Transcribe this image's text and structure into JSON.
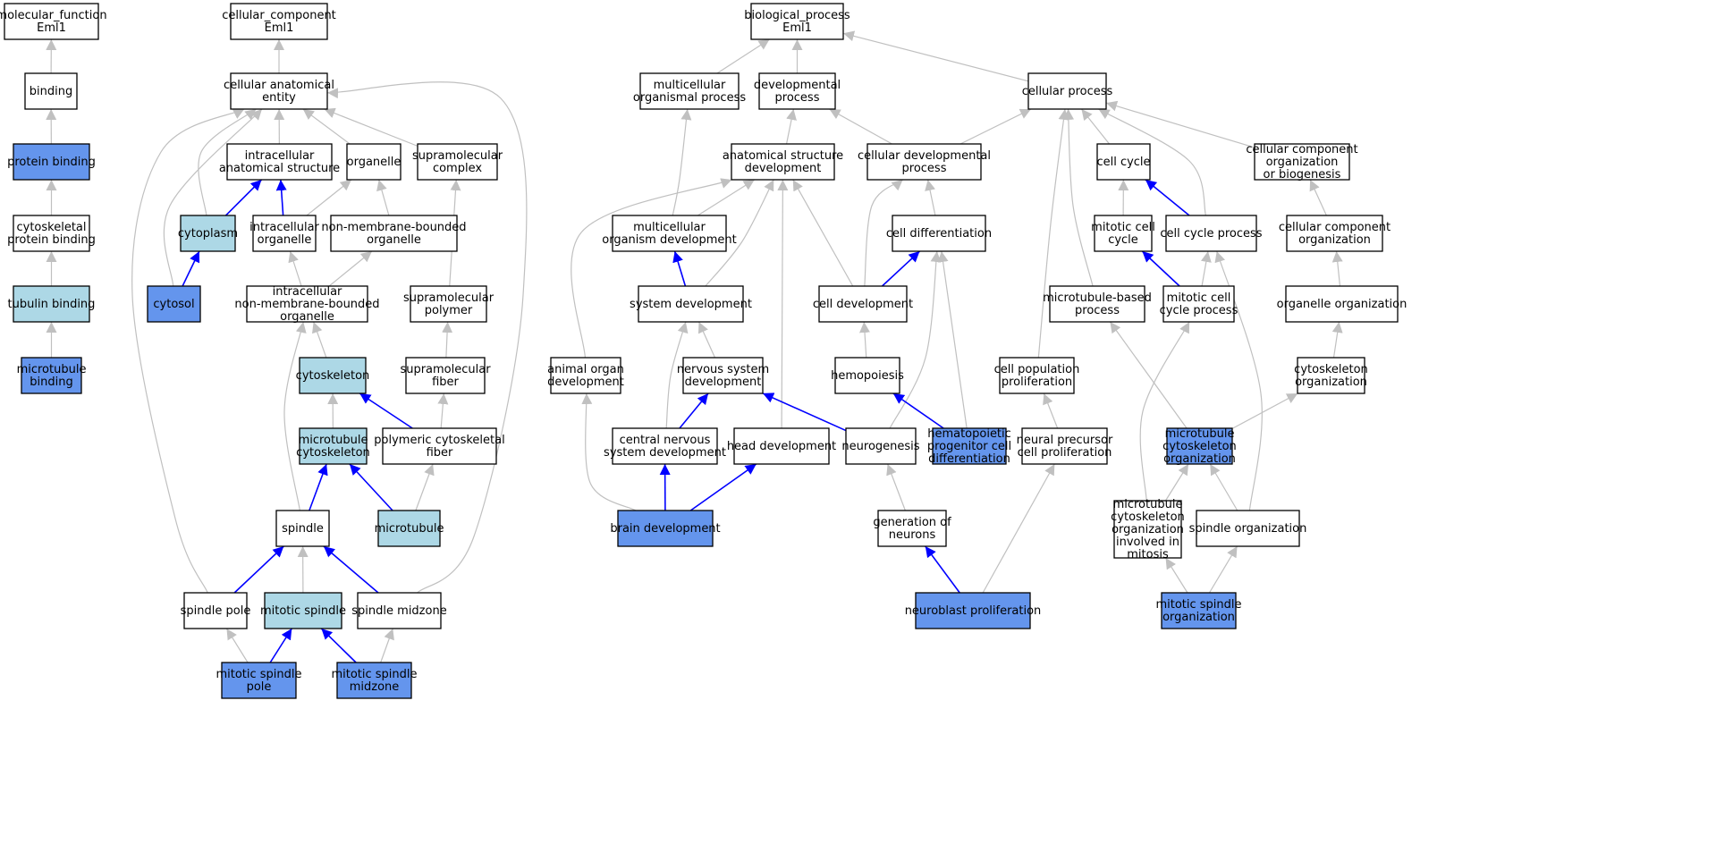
{
  "colors": {
    "white": "#ffffff",
    "direct": "#6495ed",
    "inferred": "#add8e6",
    "edge_gray": "#c0c0c0",
    "edge_blue": "#0000ff"
  },
  "nodes": {
    "mf_root": {
      "lines": [
        "molecular_function",
        "Eml1"
      ],
      "fill": "white"
    },
    "binding": {
      "lines": [
        "binding"
      ],
      "fill": "white"
    },
    "protein_binding": {
      "lines": [
        "protein binding"
      ],
      "fill": "direct"
    },
    "cytoskeletal_protein_binding": {
      "lines": [
        "cytoskeletal",
        "protein binding"
      ],
      "fill": "white"
    },
    "tubulin_binding": {
      "lines": [
        "tubulin binding"
      ],
      "fill": "inferred"
    },
    "microtubule_binding": {
      "lines": [
        "microtubule",
        "binding"
      ],
      "fill": "direct"
    },
    "cc_root": {
      "lines": [
        "cellular_component",
        "Eml1"
      ],
      "fill": "white"
    },
    "cellular_anatomical_entity": {
      "lines": [
        "cellular anatomical",
        "entity"
      ],
      "fill": "white"
    },
    "intracellular_anatomical_structure": {
      "lines": [
        "intracellular",
        "anatomical structure"
      ],
      "fill": "white"
    },
    "organelle": {
      "lines": [
        "organelle"
      ],
      "fill": "white"
    },
    "supramolecular_complex": {
      "lines": [
        "supramolecular",
        "complex"
      ],
      "fill": "white"
    },
    "cytoplasm": {
      "lines": [
        "cytoplasm"
      ],
      "fill": "inferred"
    },
    "intracellular_organelle": {
      "lines": [
        "intracellular",
        "organelle"
      ],
      "fill": "white"
    },
    "nonmembrane_bounded_organelle": {
      "lines": [
        "non-membrane-bounded",
        "organelle"
      ],
      "fill": "white"
    },
    "cytosol": {
      "lines": [
        "cytosol"
      ],
      "fill": "direct"
    },
    "intracellular_nonmembrane_bounded_organelle": {
      "lines": [
        "intracellular",
        "non-membrane-bounded",
        "organelle"
      ],
      "fill": "white"
    },
    "supramolecular_polymer": {
      "lines": [
        "supramolecular",
        "polymer"
      ],
      "fill": "white"
    },
    "cytoskeleton": {
      "lines": [
        "cytoskeleton"
      ],
      "fill": "inferred"
    },
    "supramolecular_fiber": {
      "lines": [
        "supramolecular",
        "fiber"
      ],
      "fill": "white"
    },
    "microtubule_cytoskeleton": {
      "lines": [
        "microtubule",
        "cytoskeleton"
      ],
      "fill": "inferred"
    },
    "polymeric_cytoskeletal_fiber": {
      "lines": [
        "polymeric cytoskeletal",
        "fiber"
      ],
      "fill": "white"
    },
    "spindle": {
      "lines": [
        "spindle"
      ],
      "fill": "white"
    },
    "microtubule": {
      "lines": [
        "microtubule"
      ],
      "fill": "inferred"
    },
    "spindle_pole": {
      "lines": [
        "spindle pole"
      ],
      "fill": "white"
    },
    "mitotic_spindle": {
      "lines": [
        "mitotic spindle"
      ],
      "fill": "inferred"
    },
    "spindle_midzone": {
      "lines": [
        "spindle midzone"
      ],
      "fill": "white"
    },
    "mitotic_spindle_pole": {
      "lines": [
        "mitotic spindle",
        "pole"
      ],
      "fill": "direct"
    },
    "mitotic_spindle_midzone": {
      "lines": [
        "mitotic spindle",
        "midzone"
      ],
      "fill": "direct"
    },
    "bp_root": {
      "lines": [
        "biological_process",
        "Eml1"
      ],
      "fill": "white"
    },
    "multicellular_organismal_process": {
      "lines": [
        "multicellular",
        "organismal process"
      ],
      "fill": "white"
    },
    "developmental_process": {
      "lines": [
        "developmental",
        "process"
      ],
      "fill": "white"
    },
    "cellular_process": {
      "lines": [
        "cellular process"
      ],
      "fill": "white"
    },
    "anatomical_structure_development": {
      "lines": [
        "anatomical structure",
        "development"
      ],
      "fill": "white"
    },
    "cellular_developmental_process": {
      "lines": [
        "cellular developmental",
        "process"
      ],
      "fill": "white"
    },
    "cell_cycle": {
      "lines": [
        "cell cycle"
      ],
      "fill": "white"
    },
    "cc_org_or_biogenesis": {
      "lines": [
        "cellular component",
        "organization",
        "or biogenesis"
      ],
      "fill": "white"
    },
    "multicellular_organism_development": {
      "lines": [
        "multicellular",
        "organism development"
      ],
      "fill": "white"
    },
    "cell_differentiation": {
      "lines": [
        "cell differentiation"
      ],
      "fill": "white"
    },
    "mitotic_cell_cycle": {
      "lines": [
        "mitotic cell",
        "cycle"
      ],
      "fill": "white"
    },
    "cell_cycle_process": {
      "lines": [
        "cell cycle process"
      ],
      "fill": "white"
    },
    "cellular_component_organization": {
      "lines": [
        "cellular component",
        "organization"
      ],
      "fill": "white"
    },
    "system_development": {
      "lines": [
        "system development"
      ],
      "fill": "white"
    },
    "cell_development": {
      "lines": [
        "cell development"
      ],
      "fill": "white"
    },
    "microtubule_based_process": {
      "lines": [
        "microtubule-based",
        "process"
      ],
      "fill": "white"
    },
    "mitotic_cell_cycle_process": {
      "lines": [
        "mitotic cell",
        "cycle process"
      ],
      "fill": "white"
    },
    "organelle_organization": {
      "lines": [
        "organelle organization"
      ],
      "fill": "white"
    },
    "animal_organ_development": {
      "lines": [
        "animal organ",
        "development"
      ],
      "fill": "white"
    },
    "nervous_system_development": {
      "lines": [
        "nervous system",
        "development"
      ],
      "fill": "white"
    },
    "hemopoiesis": {
      "lines": [
        "hemopoiesis"
      ],
      "fill": "white"
    },
    "cell_population_proliferation": {
      "lines": [
        "cell population",
        "proliferation"
      ],
      "fill": "white"
    },
    "cytoskeleton_organization": {
      "lines": [
        "cytoskeleton",
        "organization"
      ],
      "fill": "white"
    },
    "central_nervous_system_development": {
      "lines": [
        "central nervous",
        "system development"
      ],
      "fill": "white"
    },
    "head_development": {
      "lines": [
        "head development"
      ],
      "fill": "white"
    },
    "neurogenesis": {
      "lines": [
        "neurogenesis"
      ],
      "fill": "white"
    },
    "hematopoietic_progenitor_cell_differentiation": {
      "lines": [
        "hematopoietic",
        "progenitor cell",
        "differentiation"
      ],
      "fill": "direct"
    },
    "neural_precursor_cell_proliferation": {
      "lines": [
        "neural precursor",
        "cell proliferation"
      ],
      "fill": "white"
    },
    "microtubule_cytoskeleton_organization": {
      "lines": [
        "microtubule",
        "cytoskeleton",
        "organization"
      ],
      "fill": "direct"
    },
    "brain_development": {
      "lines": [
        "brain development"
      ],
      "fill": "direct"
    },
    "generation_of_neurons": {
      "lines": [
        "generation of",
        "neurons"
      ],
      "fill": "white"
    },
    "mt_cytoskeleton_org_mitosis": {
      "lines": [
        "microtubule",
        "cytoskeleton",
        "organization",
        "involved in",
        "mitosis"
      ],
      "fill": "white"
    },
    "spindle_organization": {
      "lines": [
        "spindle organization"
      ],
      "fill": "white"
    },
    "neuroblast_proliferation": {
      "lines": [
        "neuroblast proliferation"
      ],
      "fill": "direct"
    },
    "mitotic_spindle_organization": {
      "lines": [
        "mitotic spindle",
        "organization"
      ],
      "fill": "direct"
    }
  },
  "edges": [
    {
      "from": "binding",
      "to": "mf_root",
      "color": "gray"
    },
    {
      "from": "protein_binding",
      "to": "binding",
      "color": "gray"
    },
    {
      "from": "cytoskeletal_protein_binding",
      "to": "protein_binding",
      "color": "gray"
    },
    {
      "from": "tubulin_binding",
      "to": "cytoskeletal_protein_binding",
      "color": "gray"
    },
    {
      "from": "microtubule_binding",
      "to": "tubulin_binding",
      "color": "gray"
    },
    {
      "from": "cellular_anatomical_entity",
      "to": "cc_root",
      "color": "gray"
    },
    {
      "from": "intracellular_anatomical_structure",
      "to": "cellular_anatomical_entity",
      "color": "gray"
    },
    {
      "from": "organelle",
      "to": "cellular_anatomical_entity",
      "color": "gray"
    },
    {
      "from": "supramolecular_complex",
      "to": "cellular_anatomical_entity",
      "color": "gray"
    },
    {
      "from": "cytoplasm",
      "to": "cellular_anatomical_entity",
      "color": "gray"
    },
    {
      "from": "cytosol",
      "to": "cellular_anatomical_entity",
      "color": "gray"
    },
    {
      "from": "spindle_pole",
      "to": "cellular_anatomical_entity",
      "color": "gray"
    },
    {
      "from": "spindle_midzone",
      "to": "cellular_anatomical_entity",
      "color": "gray"
    },
    {
      "from": "cytoplasm",
      "to": "intracellular_anatomical_structure",
      "color": "blue"
    },
    {
      "from": "intracellular_organelle",
      "to": "intracellular_anatomical_structure",
      "color": "blue"
    },
    {
      "from": "intracellular_organelle",
      "to": "organelle",
      "color": "gray"
    },
    {
      "from": "nonmembrane_bounded_organelle",
      "to": "organelle",
      "color": "gray"
    },
    {
      "from": "cytosol",
      "to": "cytoplasm",
      "color": "blue"
    },
    {
      "from": "intracellular_nonmembrane_bounded_organelle",
      "to": "intracellular_organelle",
      "color": "gray"
    },
    {
      "from": "intracellular_nonmembrane_bounded_organelle",
      "to": "nonmembrane_bounded_organelle",
      "color": "gray"
    },
    {
      "from": "supramolecular_polymer",
      "to": "supramolecular_complex",
      "color": "gray"
    },
    {
      "from": "supramolecular_fiber",
      "to": "supramolecular_polymer",
      "color": "gray"
    },
    {
      "from": "cytoskeleton",
      "to": "intracellular_nonmembrane_bounded_organelle",
      "color": "gray"
    },
    {
      "from": "spindle",
      "to": "intracellular_nonmembrane_bounded_organelle",
      "color": "gray"
    },
    {
      "from": "microtubule_cytoskeleton",
      "to": "cytoskeleton",
      "color": "gray"
    },
    {
      "from": "polymeric_cytoskeletal_fiber",
      "to": "cytoskeleton",
      "color": "blue"
    },
    {
      "from": "polymeric_cytoskeletal_fiber",
      "to": "supramolecular_fiber",
      "color": "gray"
    },
    {
      "from": "spindle",
      "to": "microtubule_cytoskeleton",
      "color": "blue"
    },
    {
      "from": "microtubule",
      "to": "microtubule_cytoskeleton",
      "color": "blue"
    },
    {
      "from": "microtubule",
      "to": "polymeric_cytoskeletal_fiber",
      "color": "gray"
    },
    {
      "from": "spindle_pole",
      "to": "spindle",
      "color": "blue"
    },
    {
      "from": "mitotic_spindle",
      "to": "spindle",
      "color": "gray"
    },
    {
      "from": "spindle_midzone",
      "to": "spindle",
      "color": "blue"
    },
    {
      "from": "mitotic_spindle_pole",
      "to": "spindle_pole",
      "color": "gray"
    },
    {
      "from": "mitotic_spindle_pole",
      "to": "mitotic_spindle",
      "color": "blue"
    },
    {
      "from": "mitotic_spindle_midzone",
      "to": "mitotic_spindle",
      "color": "blue"
    },
    {
      "from": "mitotic_spindle_midzone",
      "to": "spindle_midzone",
      "color": "gray"
    },
    {
      "from": "multicellular_organismal_process",
      "to": "bp_root",
      "color": "gray"
    },
    {
      "from": "developmental_process",
      "to": "bp_root",
      "color": "gray"
    },
    {
      "from": "cellular_process",
      "to": "bp_root",
      "color": "gray"
    },
    {
      "from": "anatomical_structure_development",
      "to": "developmental_process",
      "color": "gray"
    },
    {
      "from": "cellular_developmental_process",
      "to": "developmental_process",
      "color": "gray"
    },
    {
      "from": "cellular_developmental_process",
      "to": "cellular_process",
      "color": "gray"
    },
    {
      "from": "cell_cycle",
      "to": "cellular_process",
      "color": "gray"
    },
    {
      "from": "cell_cycle_process",
      "to": "cellular_process",
      "color": "gray"
    },
    {
      "from": "cc_org_or_biogenesis",
      "to": "cellular_process",
      "color": "gray"
    },
    {
      "from": "microtubule_based_process",
      "to": "cellular_process",
      "color": "gray"
    },
    {
      "from": "cell_population_proliferation",
      "to": "cellular_process",
      "color": "gray"
    },
    {
      "from": "multicellular_organism_development",
      "to": "multicellular_organismal_process",
      "color": "gray"
    },
    {
      "from": "multicellular_organism_development",
      "to": "anatomical_structure_development",
      "color": "gray"
    },
    {
      "from": "system_development",
      "to": "anatomical_structure_development",
      "color": "gray"
    },
    {
      "from": "cell_development",
      "to": "anatomical_structure_development",
      "color": "gray"
    },
    {
      "from": "animal_organ_development",
      "to": "anatomical_structure_development",
      "color": "gray"
    },
    {
      "from": "head_development",
      "to": "anatomical_structure_development",
      "color": "gray"
    },
    {
      "from": "cell_differentiation",
      "to": "cellular_developmental_process",
      "color": "gray"
    },
    {
      "from": "cell_development",
      "to": "cellular_developmental_process",
      "color": "gray"
    },
    {
      "from": "mitotic_cell_cycle",
      "to": "cell_cycle",
      "color": "gray"
    },
    {
      "from": "cell_cycle_process",
      "to": "cell_cycle",
      "color": "blue"
    },
    {
      "from": "cellular_component_organization",
      "to": "cc_org_or_biogenesis",
      "color": "gray"
    },
    {
      "from": "system_development",
      "to": "multicellular_organism_development",
      "color": "blue"
    },
    {
      "from": "cell_development",
      "to": "cell_differentiation",
      "color": "blue"
    },
    {
      "from": "neurogenesis",
      "to": "cell_differentiation",
      "color": "gray"
    },
    {
      "from": "hematopoietic_progenitor_cell_differentiation",
      "to": "cell_differentiation",
      "color": "gray"
    },
    {
      "from": "mitotic_cell_cycle_process",
      "to": "mitotic_cell_cycle",
      "color": "blue"
    },
    {
      "from": "mitotic_cell_cycle_process",
      "to": "cell_cycle_process",
      "color": "gray"
    },
    {
      "from": "spindle_organization",
      "to": "cell_cycle_process",
      "color": "gray"
    },
    {
      "from": "organelle_organization",
      "to": "cellular_component_organization",
      "color": "gray"
    },
    {
      "from": "nervous_system_development",
      "to": "system_development",
      "color": "gray"
    },
    {
      "from": "central_nervous_system_development",
      "to": "system_development",
      "color": "gray"
    },
    {
      "from": "hemopoiesis",
      "to": "cell_development",
      "color": "gray"
    },
    {
      "from": "microtubule_cytoskeleton_organization",
      "to": "microtubule_based_process",
      "color": "gray"
    },
    {
      "from": "mt_cytoskeleton_org_mitosis",
      "to": "mitotic_cell_cycle_process",
      "color": "gray"
    },
    {
      "from": "cytoskeleton_organization",
      "to": "organelle_organization",
      "color": "gray"
    },
    {
      "from": "brain_development",
      "to": "animal_organ_development",
      "color": "gray"
    },
    {
      "from": "central_nervous_system_development",
      "to": "nervous_system_development",
      "color": "blue"
    },
    {
      "from": "neurogenesis",
      "to": "nervous_system_development",
      "color": "blue"
    },
    {
      "from": "hematopoietic_progenitor_cell_differentiation",
      "to": "hemopoiesis",
      "color": "blue"
    },
    {
      "from": "neural_precursor_cell_proliferation",
      "to": "cell_population_proliferation",
      "color": "gray"
    },
    {
      "from": "microtubule_cytoskeleton_organization",
      "to": "cytoskeleton_organization",
      "color": "gray"
    },
    {
      "from": "brain_development",
      "to": "central_nervous_system_development",
      "color": "blue"
    },
    {
      "from": "brain_development",
      "to": "head_development",
      "color": "blue"
    },
    {
      "from": "generation_of_neurons",
      "to": "neurogenesis",
      "color": "gray"
    },
    {
      "from": "neuroblast_proliferation",
      "to": "neural_precursor_cell_proliferation",
      "color": "gray"
    },
    {
      "from": "mt_cytoskeleton_org_mitosis",
      "to": "microtubule_cytoskeleton_organization",
      "color": "gray"
    },
    {
      "from": "spindle_organization",
      "to": "microtubule_cytoskeleton_organization",
      "color": "gray"
    },
    {
      "from": "neuroblast_proliferation",
      "to": "generation_of_neurons",
      "color": "blue"
    },
    {
      "from": "mitotic_spindle_organization",
      "to": "mt_cytoskeleton_org_mitosis",
      "color": "gray"
    },
    {
      "from": "mitotic_spindle_organization",
      "to": "spindle_organization",
      "color": "gray"
    }
  ]
}
